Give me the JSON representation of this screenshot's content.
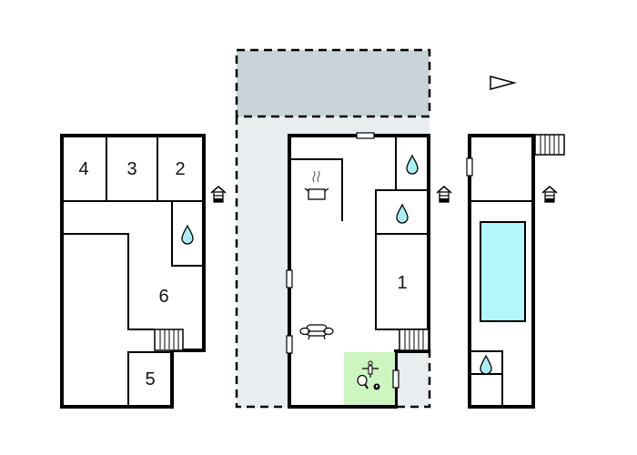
{
  "diagram": {
    "type": "floor-plan",
    "colors": {
      "wall": "#000000",
      "terrace_dark": "#c8d4d8",
      "terrace_light": "#e8eef0",
      "pool": "#b3f7fb",
      "water_drop": "#aaeef4",
      "game_room": "#ccf5c0",
      "background": "#ffffff"
    },
    "rooms": [
      {
        "id": "room-4",
        "label": "4"
      },
      {
        "id": "room-3",
        "label": "3"
      },
      {
        "id": "room-2",
        "label": "2"
      },
      {
        "id": "room-6",
        "label": "6"
      },
      {
        "id": "room-5",
        "label": "5"
      },
      {
        "id": "room-1",
        "label": "1"
      }
    ],
    "icons": [
      "north-arrow-icon",
      "entrance-icon",
      "water-drop-icon",
      "kitchen-pot-icon",
      "sofa-icon",
      "game-room-icon",
      "stairs-icon",
      "pool"
    ]
  }
}
